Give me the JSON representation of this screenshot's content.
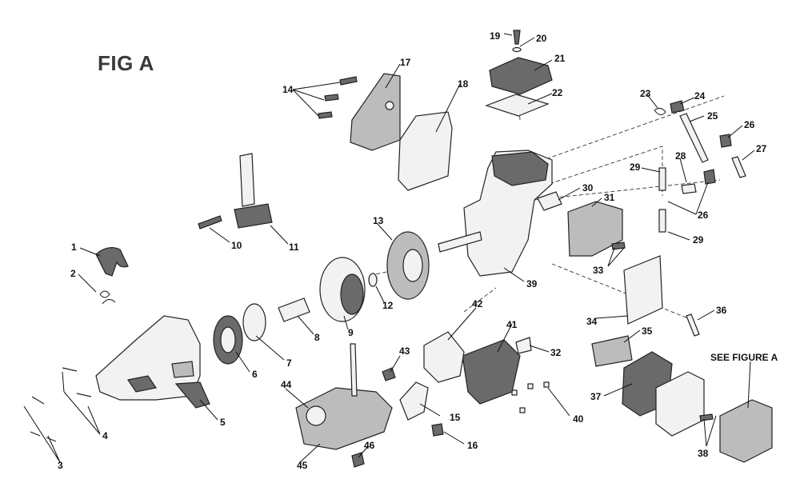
{
  "figure": {
    "title": "FIG A",
    "see_figure_note": "SEE FIGURE A"
  },
  "part_labels": [
    "1",
    "2",
    "3",
    "4",
    "5",
    "6",
    "7",
    "8",
    "9",
    "10",
    "11",
    "12",
    "13",
    "14",
    "15",
    "16",
    "17",
    "18",
    "19",
    "20",
    "21",
    "22",
    "23",
    "24",
    "25",
    "26",
    "26",
    "27",
    "28",
    "29",
    "29",
    "30",
    "31",
    "32",
    "33",
    "34",
    "35",
    "36",
    "37",
    "38",
    "39",
    "40",
    "41",
    "42",
    "43",
    "44",
    "45",
    "46"
  ]
}
